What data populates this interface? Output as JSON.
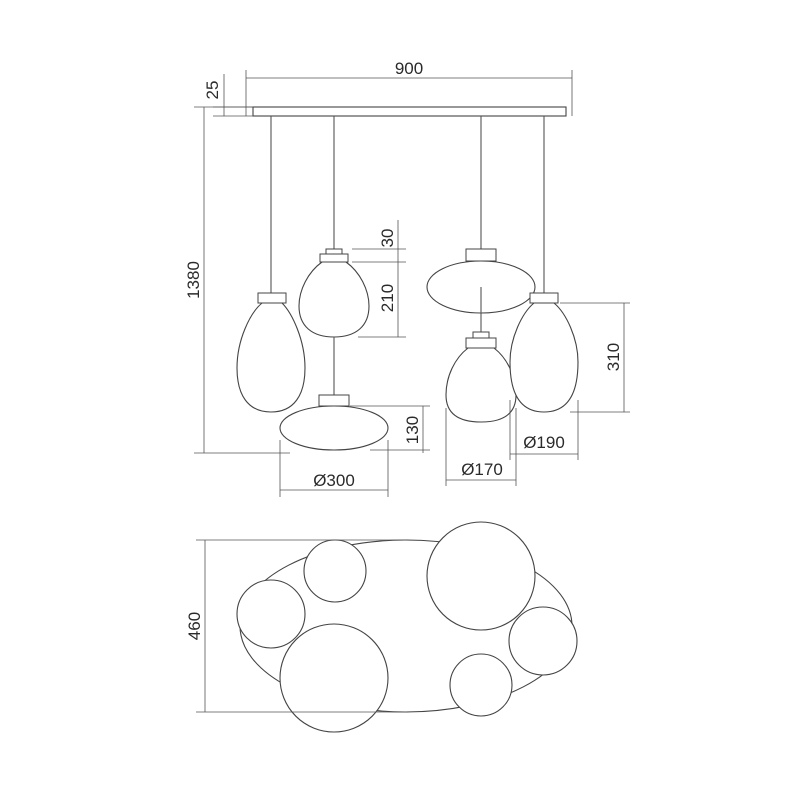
{
  "dimensions": {
    "width_canopy": "900",
    "canopy_height": "25",
    "total_height": "1380",
    "small_shade_cap": "30",
    "small_shade_height": "210",
    "tall_shade_height": "310",
    "flat_shade_height": "130",
    "diameter_flat": "Ø300",
    "diameter_small": "Ø170",
    "diameter_tall": "Ø190",
    "top_view_depth": "460"
  }
}
